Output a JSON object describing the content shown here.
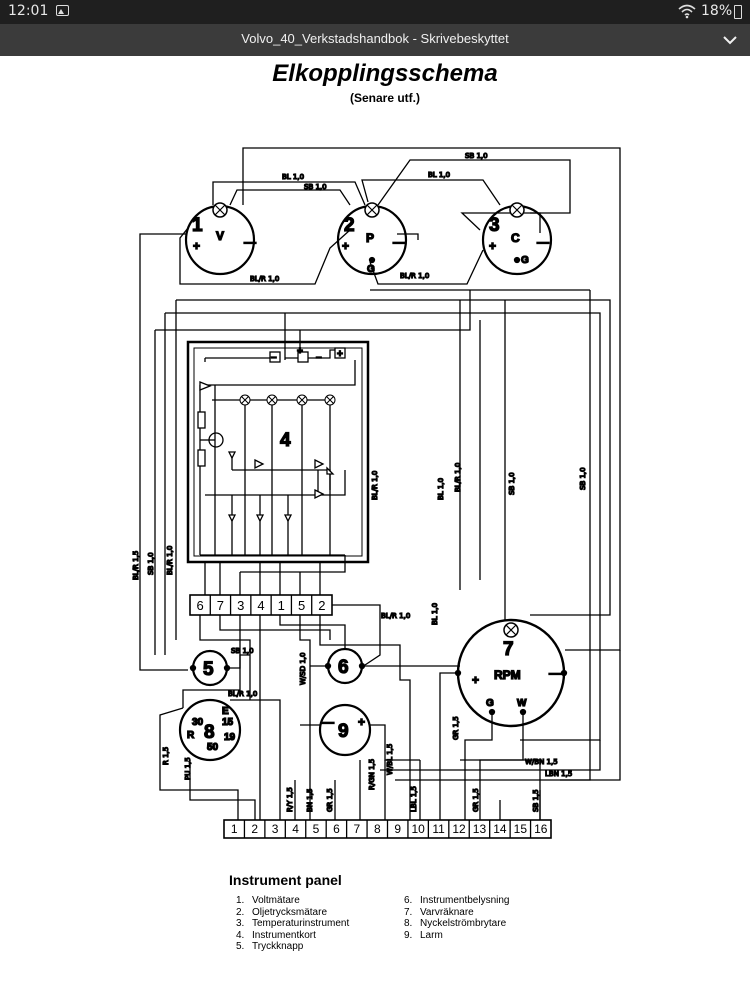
{
  "status": {
    "time": "12:01",
    "battery": "18%"
  },
  "app": {
    "title": "Volvo_40_Verkstadshandbok - Skrivebeskyttet"
  },
  "doc": {
    "title": "Elkopplingsschema",
    "subtitle": "(Senare utf.)"
  },
  "components": {
    "c1": {
      "num": "1",
      "letter": "V"
    },
    "c2": {
      "num": "2",
      "letter": "P",
      "g": "G"
    },
    "c3": {
      "num": "3",
      "letter": "C",
      "g": "G"
    },
    "c4": {
      "num": "4"
    },
    "c5": {
      "num": "5"
    },
    "c6": {
      "num": "6"
    },
    "c7": {
      "num": "7",
      "letter": "RPM",
      "g": "G",
      "w": "W"
    },
    "c8": {
      "num": "8",
      "e": "E",
      "t30": "30",
      "t15": "15",
      "r": "R",
      "t19": "19",
      "t50": "50"
    },
    "c9": {
      "num": "9"
    }
  },
  "board_terminals": [
    "6",
    "7",
    "3",
    "4",
    "1",
    "5",
    "2"
  ],
  "connector_terminals": [
    "1",
    "2",
    "3",
    "4",
    "5",
    "6",
    "7",
    "8",
    "9",
    "10",
    "11",
    "12",
    "13",
    "14",
    "15",
    "16"
  ],
  "wire_labels": {
    "sb_top": "SB 1,0",
    "bl_1": "BL 1,0",
    "sb_1": "SB 1,0",
    "bl_2": "BL 1,0",
    "blr_1": "BL/R 1,0",
    "blr_2": "BL/R 1,0",
    "blr_3": "BL/R 1,0",
    "bl_v1": "BL 1,0",
    "blr_v1": "BL/R 1,0",
    "sb_v1": "SB 1,0",
    "sb_v2": "SB 1,0",
    "blr_15": "BL/R 1,5",
    "sb_10b": "SB 1,0",
    "blr_v2": "BL/R 1,0",
    "blr_6": "BL/R 1,0",
    "bl_6": "BL 1,0",
    "sb_5": "SB 1,0",
    "wsd": "W/SD 1,0",
    "blr_8": "BL/R 1,0",
    "r15": "R 1,5",
    "pu15": "PU 1,5",
    "ry15": "R/Y 1,5",
    "bn15": "BN 1,5",
    "gr15a": "GR 1,5",
    "rgn15": "R/GN 1,5",
    "wbl15": "W/BL 1,5",
    "lbl15": "LBL 1,5",
    "gr15b": "GR 1,5",
    "gr15c": "GR 1,5",
    "wbn15": "W/BN 1,5",
    "lbn15": "LBN 1,5",
    "sb15": "SB 1,5"
  },
  "legend": {
    "title": "Instrument panel",
    "left": [
      {
        "n": "1.",
        "t": "Voltmätare"
      },
      {
        "n": "2.",
        "t": "Oljetrycksmätare"
      },
      {
        "n": "3.",
        "t": "Temperaturinstrument"
      },
      {
        "n": "4.",
        "t": "Instrumentkort"
      },
      {
        "n": "5.",
        "t": "Tryckknapp"
      }
    ],
    "right": [
      {
        "n": "6.",
        "t": "Instrumentbelysning"
      },
      {
        "n": "7.",
        "t": "Varvräknare"
      },
      {
        "n": "8.",
        "t": "Nyckelströmbrytare"
      },
      {
        "n": "9.",
        "t": "Larm"
      }
    ]
  }
}
